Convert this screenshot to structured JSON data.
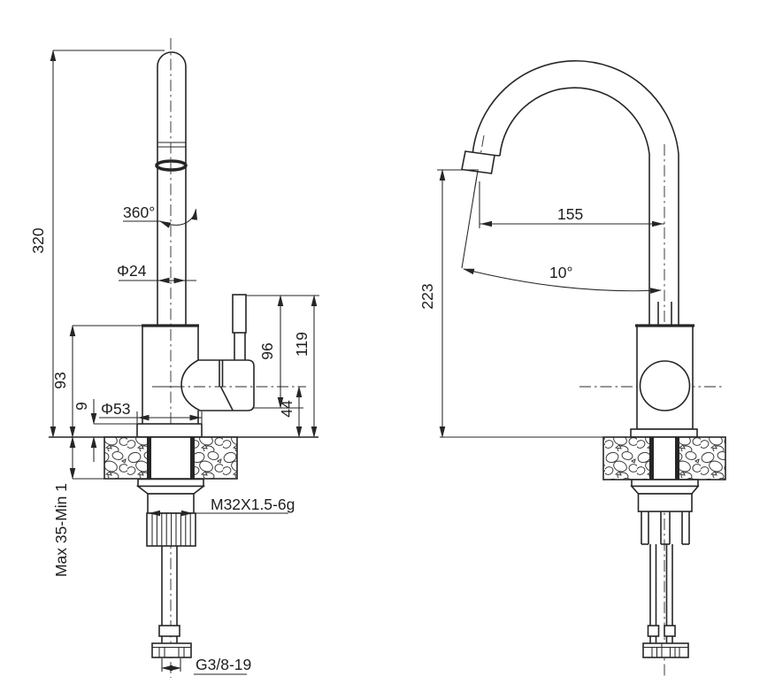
{
  "colors": {
    "line": "#262626",
    "background": "#ffffff"
  },
  "labels": {
    "overall_height": "320",
    "swivel_angle": "360°",
    "spout_diameter": "Φ24",
    "body_height": "93",
    "base_thickness": "9",
    "base_diameter": "Φ53",
    "cartridge_height": "96",
    "handle_top_height": "119",
    "hub_center_height": "44",
    "deck_range": "Max 35-Min 1",
    "mount_thread": "M32X1.5-6g",
    "supply_thread": "G3/8-19",
    "spout_reach": "155",
    "outlet_angle": "10°",
    "outlet_height": "223"
  }
}
